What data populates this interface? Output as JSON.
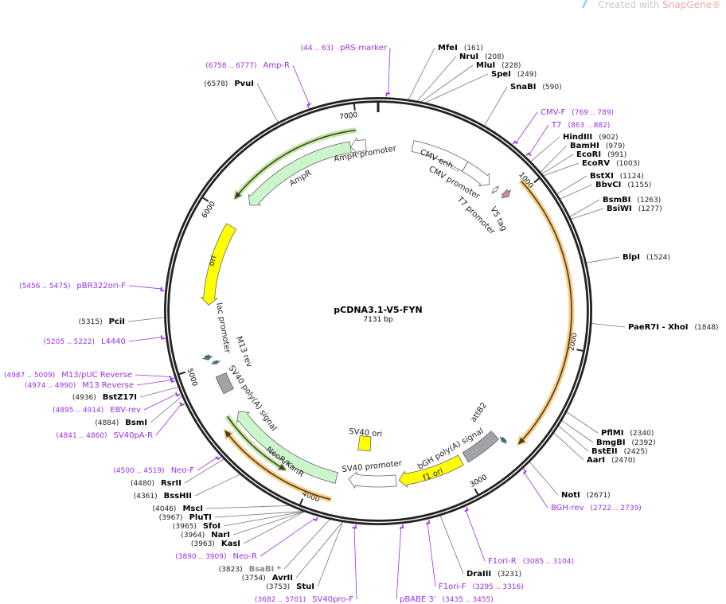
{
  "watermark": {
    "prefix": "Created with ",
    "brand": "SnapGene®"
  },
  "plasmid": {
    "name": "pCDNA3.1-V5-FYN",
    "length_label": "7131 bp",
    "length": 7131
  },
  "ticks": [
    "1000",
    "2000",
    "3000",
    "4000",
    "5000",
    "6000",
    "7000"
  ],
  "colors": {
    "primer": "#9b30e8",
    "ring": "#222222",
    "ampr": "#ccf5cc",
    "ori": "#ffff00",
    "orf_orange": "#f5a623",
    "orf_green": "#8fd860",
    "polyA": "#a0a4aa",
    "teal": "#2e7d8c",
    "pink": "#c98aa8"
  },
  "features": [
    {
      "name": "CMV enh...",
      "start": 235,
      "end": 614,
      "dir": 0,
      "color": "#ffffff"
    },
    {
      "name": "CMV promoter",
      "start": 615,
      "end": 818,
      "dir": 1,
      "color": "#ffffff"
    },
    {
      "name": "T7 promoter",
      "start": 863,
      "end": 882,
      "dir": 1,
      "color": "#ffffff"
    },
    {
      "name": "V5 tag",
      "start": 925,
      "end": 965,
      "dir": 1,
      "color": "#c98aa8"
    },
    {
      "name": "attB2",
      "start": 2680,
      "end": 2705,
      "dir": 1,
      "color": "#2e7d8c"
    },
    {
      "name": "bGH poly(A) signal",
      "start": 2708,
      "end": 2955,
      "dir": 0,
      "color": "#a0a4aa"
    },
    {
      "name": "f1 ori",
      "start": 2990,
      "end": 3427,
      "dir": 1,
      "color": "#ffff00"
    },
    {
      "name": "SV40 promoter",
      "start": 3446,
      "end": 3762,
      "dir": 1,
      "color": "#ffffff"
    },
    {
      "name": "SV40 ori",
      "start": 3630,
      "end": 3730,
      "dir": 0,
      "color": "#ffff00"
    },
    {
      "name": "NeoR/KanR",
      "start": 3843,
      "end": 4640,
      "dir": 1,
      "color": "#ccf5cc"
    },
    {
      "name": "SV40 poly(A) signal",
      "start": 4790,
      "end": 4910,
      "dir": 0,
      "color": "#a0a4aa"
    },
    {
      "name": "M13 rev",
      "start": 4990,
      "end": 5010,
      "dir": -1,
      "color": "#2e7d8c"
    },
    {
      "name": "lac promoter",
      "start": 5030,
      "end": 5060,
      "dir": -1,
      "color": "#2e7d8c"
    },
    {
      "name": "ori",
      "start": 5388,
      "end": 5943,
      "dir": -1,
      "color": "#ffff00"
    },
    {
      "name": "AmpR",
      "start": 6131,
      "end": 6941,
      "dir": -1,
      "color": "#ccf5cc"
    },
    {
      "name": "AmpR promoter",
      "start": 6942,
      "end": 7047,
      "dir": -1,
      "color": "#ffffff"
    }
  ],
  "orf_lines": [
    {
      "start": 945,
      "end": 2648,
      "dir": 1,
      "color": "#f5a623"
    },
    {
      "start": 3847,
      "end": 4600,
      "dir": 1,
      "color": "#f5a623"
    },
    {
      "start": 4160,
      "end": 4656,
      "dir": -1,
      "color": "#8fd860"
    },
    {
      "start": 6100,
      "end": 6990,
      "dir": -1,
      "color": "#8fd860"
    }
  ],
  "enzymes": [
    {
      "name": "MfeI",
      "pos": "(161)",
      "bp": 161
    },
    {
      "name": "NruI",
      "pos": "(208)",
      "bp": 208
    },
    {
      "name": "MluI",
      "pos": "(228)",
      "bp": 228
    },
    {
      "name": "SpeI",
      "pos": "(249)",
      "bp": 249
    },
    {
      "name": "SnaBI",
      "pos": "(590)",
      "bp": 590
    },
    {
      "name": "HindIII",
      "pos": "(902)",
      "bp": 902
    },
    {
      "name": "BamHI",
      "pos": "(979)",
      "bp": 979
    },
    {
      "name": "EcoRI",
      "pos": "(991)",
      "bp": 991
    },
    {
      "name": "EcoRV",
      "pos": "(1003)",
      "bp": 1003
    },
    {
      "name": "BstXI",
      "pos": "(1124)",
      "bp": 1124
    },
    {
      "name": "BbvCI",
      "pos": "(1155)",
      "bp": 1155
    },
    {
      "name": "BsmBI",
      "pos": "(1263)",
      "bp": 1263
    },
    {
      "name": "BsiWI",
      "pos": "(1277)",
      "bp": 1277
    },
    {
      "name": "BlpI",
      "pos": "(1524)",
      "bp": 1524
    },
    {
      "name": "PaeR7I  - XhoI",
      "pos": "(1848)",
      "bp": 1848
    },
    {
      "name": "PflMI",
      "pos": "(2340)",
      "bp": 2340
    },
    {
      "name": "BmgBI",
      "pos": "(2392)",
      "bp": 2392
    },
    {
      "name": "BstEII",
      "pos": "(2425)",
      "bp": 2425
    },
    {
      "name": "AarI",
      "pos": "(2470)",
      "bp": 2470
    },
    {
      "name": "NotI",
      "pos": "(2671)",
      "bp": 2671
    },
    {
      "name": "DraIII",
      "pos": "(3231)",
      "bp": 3231
    },
    {
      "name": "StuI",
      "pos": "(3753)",
      "bp": 3753
    },
    {
      "name": "AvrII",
      "pos": "(3754)",
      "bp": 3754
    },
    {
      "name": "BsaBI *",
      "pos": "(3823)",
      "bp": 3823
    },
    {
      "name": "KasI",
      "pos": "(3963)",
      "bp": 3963
    },
    {
      "name": "NarI",
      "pos": "(3964)",
      "bp": 3964
    },
    {
      "name": "SfoI",
      "pos": "(3965)",
      "bp": 3965
    },
    {
      "name": "PluTI",
      "pos": "(3967)",
      "bp": 3967
    },
    {
      "name": "MscI",
      "pos": "(4046)",
      "bp": 4046
    },
    {
      "name": "BssHII",
      "pos": "(4361)",
      "bp": 4361
    },
    {
      "name": "RsrII",
      "pos": "(4480)",
      "bp": 4480
    },
    {
      "name": "BsmI",
      "pos": "(4884)",
      "bp": 4884
    },
    {
      "name": "BstZ17I",
      "pos": "(4936)",
      "bp": 4936
    },
    {
      "name": "PciI",
      "pos": "(5315)",
      "bp": 5315
    },
    {
      "name": "PvuI",
      "pos": "(6578)",
      "bp": 6578
    }
  ],
  "primers": [
    {
      "name": "pRS-marker",
      "pos": "(44 .. 63)",
      "bp": 53
    },
    {
      "name": "CMV-F",
      "pos": "(769 .. 789)",
      "bp": 779
    },
    {
      "name": "T7",
      "pos": "(863 .. 882)",
      "bp": 872
    },
    {
      "name": "BGH-rev",
      "pos": "(2722 .. 2739)",
      "bp": 2730
    },
    {
      "name": "F1ori-R",
      "pos": "(3085 .. 3104)",
      "bp": 3094
    },
    {
      "name": "F1ori-F",
      "pos": "(3295 .. 3316)",
      "bp": 3305
    },
    {
      "name": "pBABE 3'",
      "pos": "(3435 .. 3455)",
      "bp": 3445
    },
    {
      "name": "SV40pro-F",
      "pos": "(3682 .. 3701)",
      "bp": 3691
    },
    {
      "name": "Neo-R",
      "pos": "(3890 .. 3909)",
      "bp": 3900
    },
    {
      "name": "Neo-F",
      "pos": "(4500 .. 4519)",
      "bp": 4510
    },
    {
      "name": "SV40pA-R",
      "pos": "(4841 .. 4860)",
      "bp": 4850
    },
    {
      "name": "EBV-rev",
      "pos": "(4895 .. 4914)",
      "bp": 4905
    },
    {
      "name": "M13 Reverse",
      "pos": "(4974 .. 4990)",
      "bp": 4982
    },
    {
      "name": "M13/pUC Reverse",
      "pos": "(4987 .. 5009)",
      "bp": 4998
    },
    {
      "name": "L4440",
      "pos": "(5205 .. 5222)",
      "bp": 5213
    },
    {
      "name": "pBR322ori-F",
      "pos": "(5456 .. 5475)",
      "bp": 5465
    },
    {
      "name": "Amp-R",
      "pos": "(6758 .. 6777)",
      "bp": 6767
    }
  ]
}
